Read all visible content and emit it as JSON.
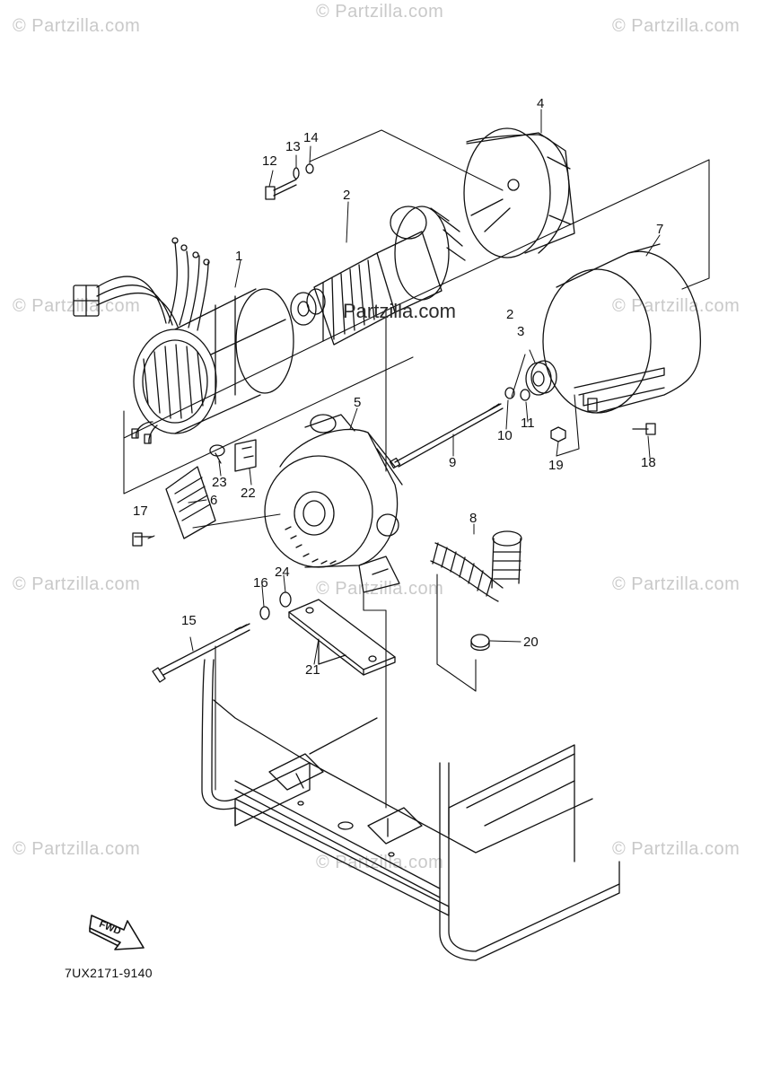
{
  "watermark": {
    "text": "© Partzilla.com",
    "center_text": "Partzilla.com"
  },
  "diagram_code": "7UX2171-9140",
  "fwd_label": "FWD",
  "callouts": {
    "c1": "1",
    "c2": "2",
    "c2b": "2",
    "c3": "3",
    "c4": "4",
    "c5": "5",
    "c6": "6",
    "c7": "7",
    "c8": "8",
    "c9": "9",
    "c10": "10",
    "c11": "11",
    "c12": "12",
    "c13": "13",
    "c14": "14",
    "c15": "15",
    "c16": "16",
    "c17": "17",
    "c18": "18",
    "c19": "19",
    "c20": "20",
    "c21": "21",
    "c22": "22",
    "c23": "23",
    "c24": "24"
  }
}
